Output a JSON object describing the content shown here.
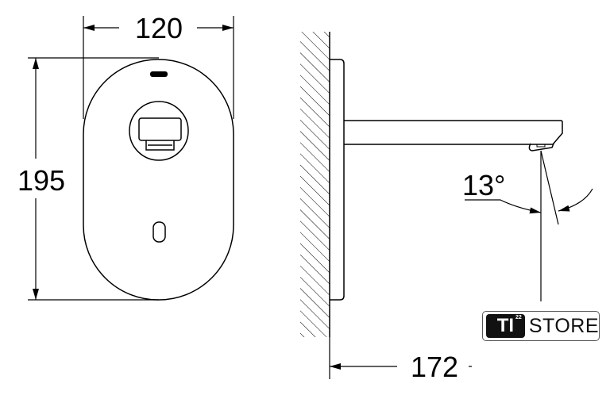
{
  "dimensions": {
    "width": "120",
    "height": "195",
    "projection": "172",
    "angle": "13°"
  },
  "logo": {
    "brand_mark": "TI",
    "superscript": "22",
    "name": "STORE"
  },
  "colors": {
    "line": "#000000",
    "badge_bg": "#111111"
  }
}
